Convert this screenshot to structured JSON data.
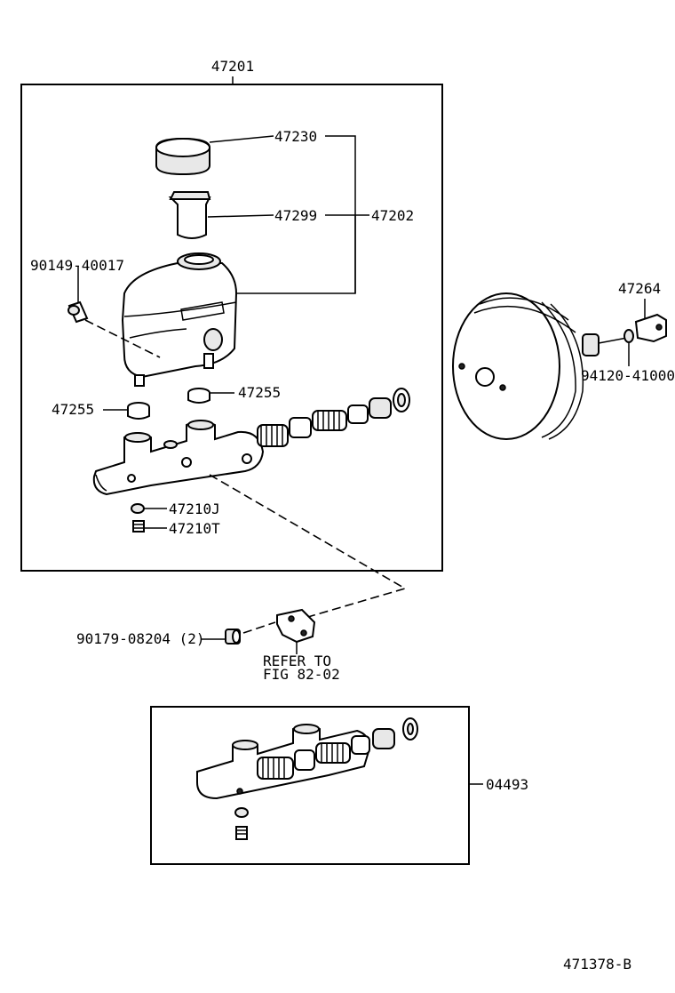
{
  "labels": {
    "assembly_master_cylinder": "47201",
    "reservoir_cap": "47230",
    "reservoir_strainer": "47299",
    "reservoir_subassembly": "47202",
    "screw_90149": "90149-40017",
    "grommet_left": "47255",
    "grommet_right": "47255",
    "gasket_47210J": "47210J",
    "plug_47210T": "47210T",
    "clevis_47264": "47264",
    "nut_94120": "94120-41000",
    "nut_90179": "90179-08204 (2)",
    "refer_line1": "REFER TO",
    "refer_line2": "FIG 82-02",
    "kit_04493": "04493",
    "figure_id": "471378-B"
  }
}
